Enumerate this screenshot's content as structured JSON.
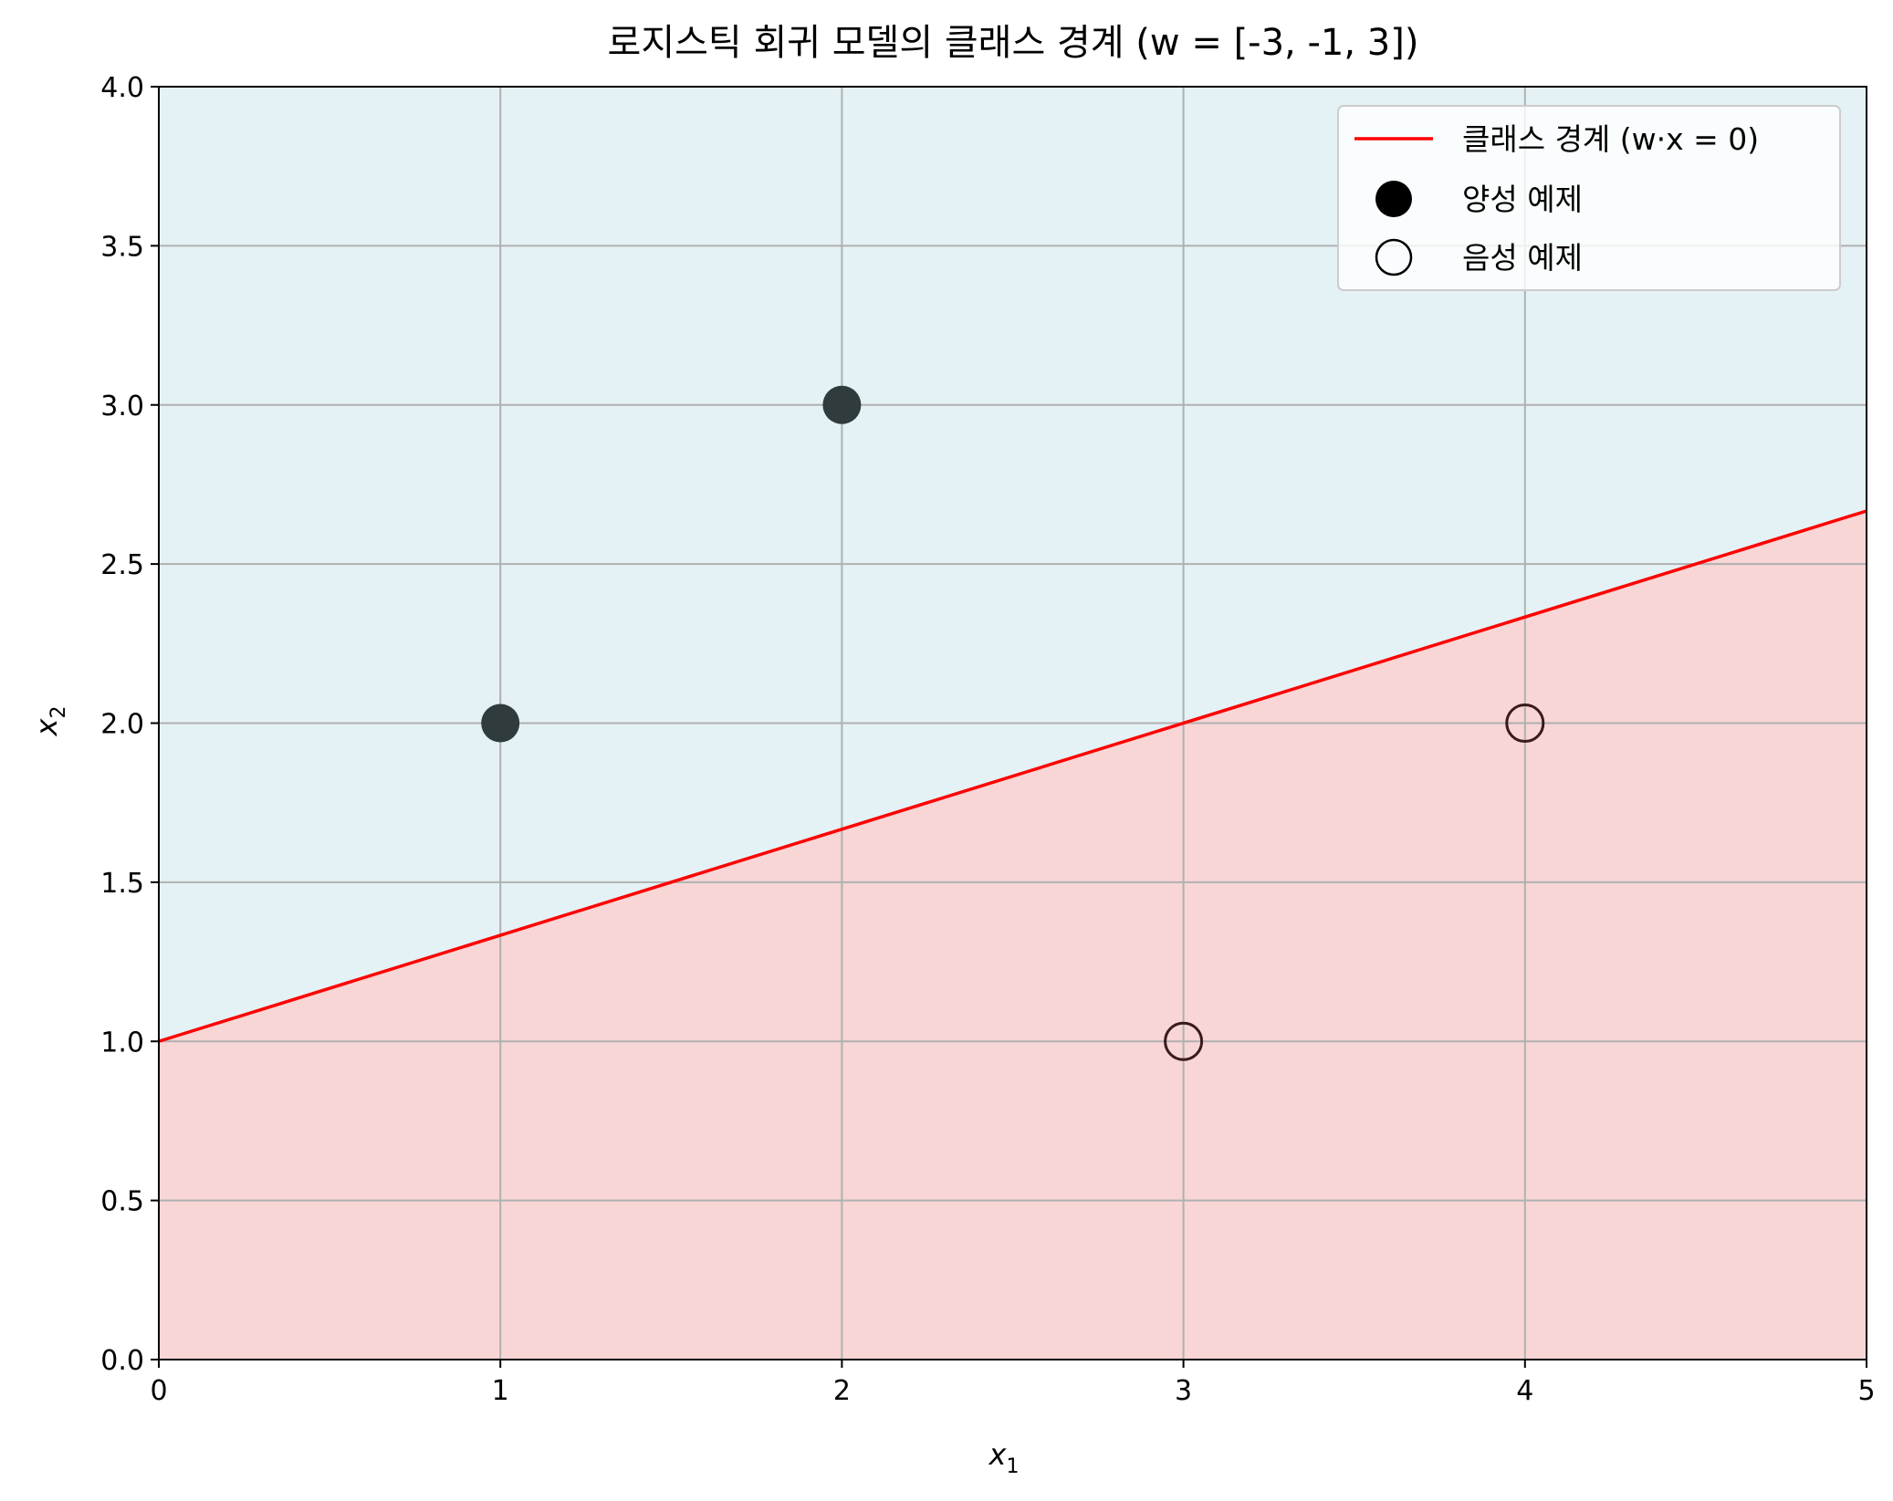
{
  "chart_data": {
    "type": "scatter",
    "title": "로지스틱 회귀 모델의 클래스 경계 (w = [-3, -1, 3])",
    "xlabel": "x",
    "xlabel_sub": "1",
    "ylabel": "x",
    "ylabel_sub": "2",
    "xlim": [
      0,
      5
    ],
    "ylim": [
      0,
      4
    ],
    "xticks": [
      0,
      1,
      2,
      3,
      4,
      5
    ],
    "xtick_labels": [
      "0",
      "1",
      "2",
      "3",
      "4",
      "5"
    ],
    "yticks": [
      0,
      0.5,
      1,
      1.5,
      2,
      2.5,
      3,
      3.5,
      4
    ],
    "ytick_labels": [
      "0.0",
      "0.5",
      "1.0",
      "1.5",
      "2.0",
      "2.5",
      "3.0",
      "3.5",
      "4.0"
    ],
    "grid": true,
    "legend_position": "top-right",
    "boundary": {
      "label": "클래스 경계 (w·x = 0)",
      "x": [
        0,
        5
      ],
      "y": [
        1.0,
        2.6667
      ],
      "color": "#ff0000"
    },
    "regions": {
      "above_color": "#e4f2f6",
      "below_color": "#f8d6d6"
    },
    "series": [
      {
        "name": "양성 예제",
        "marker": "filled",
        "color": "#2f3b3d",
        "points": [
          {
            "x": 1,
            "y": 2
          },
          {
            "x": 2,
            "y": 3
          }
        ]
      },
      {
        "name": "음성 예제",
        "marker": "hollow",
        "color": "#3a1a1a",
        "points": [
          {
            "x": 3,
            "y": 1
          },
          {
            "x": 4,
            "y": 2
          }
        ]
      }
    ]
  }
}
